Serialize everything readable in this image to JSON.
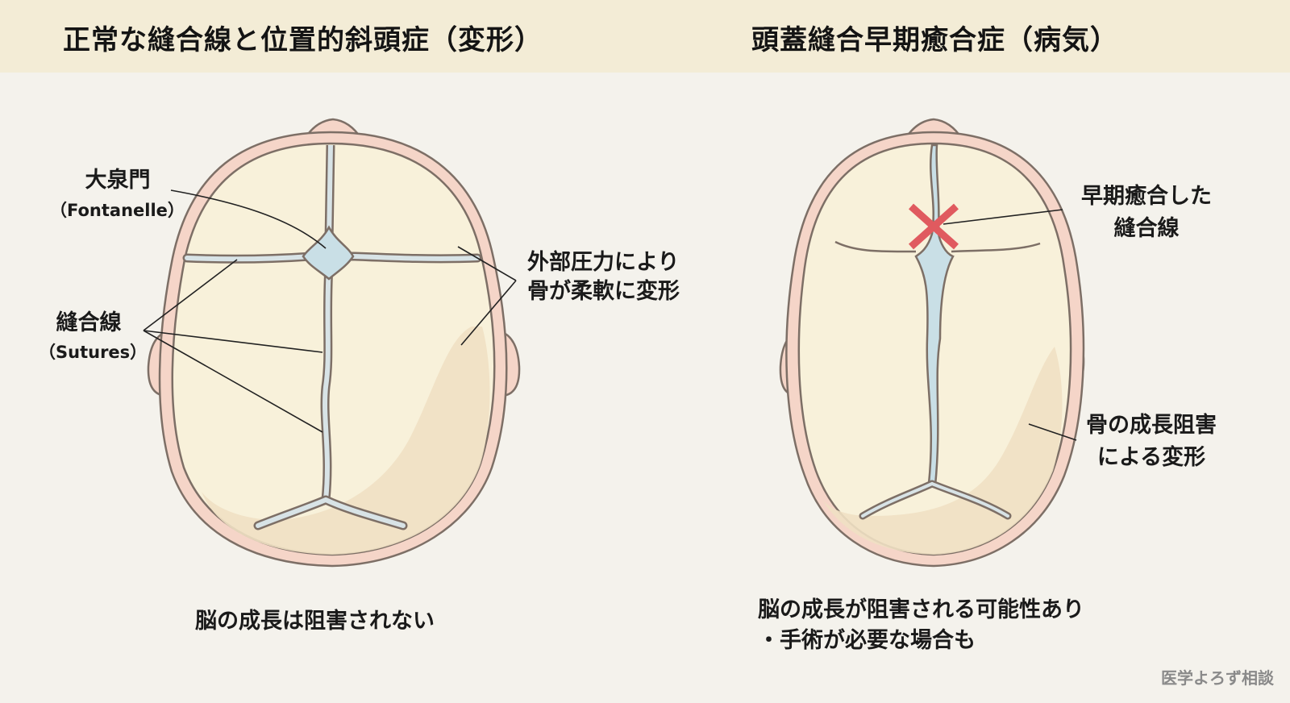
{
  "header": {
    "left_title": "正常な縫合線と位置的斜頭症（変形）",
    "right_title": "頭蓋縫合早期癒合症（病気）"
  },
  "left_panel": {
    "labels": {
      "fontanelle_jp": "大泉門",
      "fontanelle_en": "（Fontanelle）",
      "sutures_jp": "縫合線",
      "sutures_en": "（Sutures）",
      "pressure_line1": "外部圧力により",
      "pressure_line2": "骨が柔軟に変形"
    },
    "caption": "脳の成長は阻害されない"
  },
  "right_panel": {
    "labels": {
      "fused_line1": "早期癒合した",
      "fused_line2": "縫合線",
      "growth_line1": "骨の成長阻害",
      "growth_line2": "による変形"
    },
    "marker": "x-mark",
    "caption_line1": "脳の成長が阻害される可能性あり",
    "caption_line2": "・手術が必要な場合も"
  },
  "watermark": "医学よろず相談",
  "colors": {
    "header_bg": "#f3ecd6",
    "page_bg": "#f4f2ec",
    "skull_rim": "#f5d5c8",
    "bone": "#f8f1da",
    "suture": "#d8e3e6",
    "fontanelle": "#c9dfe6",
    "outline": "#7d6f66",
    "deformity_shade": "#f0e0c3",
    "x_mark": "#e05a5f"
  }
}
